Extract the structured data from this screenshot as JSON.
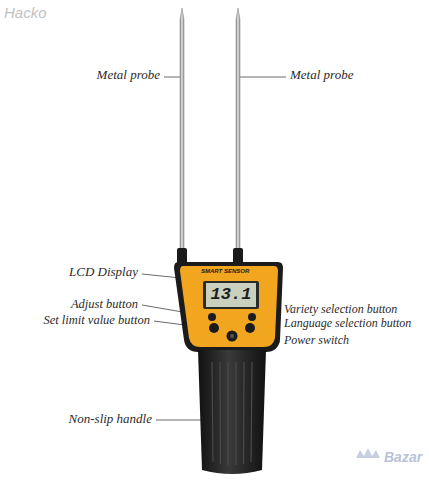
{
  "diagram": {
    "labels": [
      "Hacko",
      "Metal probe",
      "Metal probe",
      "LCD Display",
      "SMART SENSOR",
      "13.1",
      "Adjust button",
      "Variety selection button",
      "Set limit value button",
      "Language selection button",
      "Power switch",
      "Non-slip handle",
      "Bazar"
    ]
  }
}
